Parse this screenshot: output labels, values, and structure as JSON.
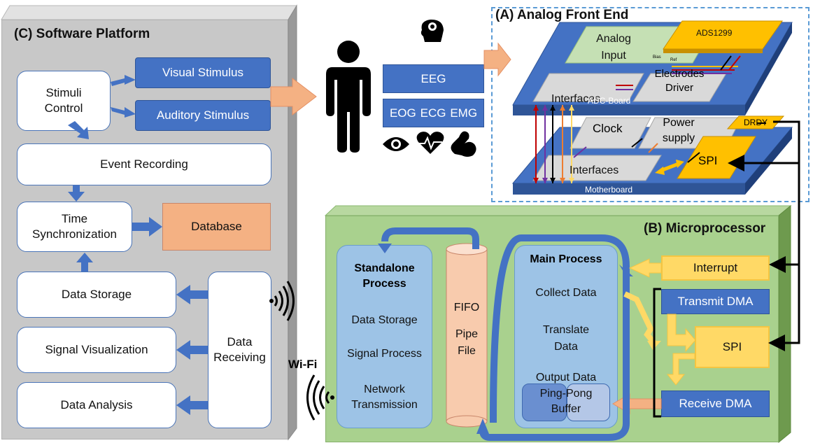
{
  "software": {
    "title": "(C) Software Platform",
    "stimuli_control": "Stimuli Control",
    "visual_stimulus": "Visual Stimulus",
    "auditory_stimulus": "Auditory Stimulus",
    "event_recording": "Event Recording",
    "time_sync": "Time Synchronization",
    "database": "Database",
    "data_storage": "Data Storage",
    "signal_visualization": "Signal Visualization",
    "data_analysis": "Data Analysis",
    "data_receiving": "Data Receiving"
  },
  "signals": {
    "eeg": "EEG",
    "eog": "EOG",
    "ecg": "ECG",
    "emg": "EMG"
  },
  "afe": {
    "title": "(A) Analog Front End",
    "analog_input": "Analog Input",
    "ads": "ADS1299",
    "bias": "Bias",
    "ref": "Ref",
    "interfaces_top": "Interfaces",
    "electrodes_driver": "Electrodes Driver",
    "adc_board": "ADC-Board",
    "clock": "Clock",
    "power_supply": "Power supply",
    "drdy": "DRDY",
    "spi": "SPI",
    "interfaces_bottom": "Interfaces",
    "motherboard": "Motherboard"
  },
  "mp": {
    "title": "(B) Microprocessor",
    "standalone_title": "Standalone Process",
    "sa_data_storage": "Data Storage",
    "sa_signal_process": "Signal Process",
    "sa_network": "Network Transmission",
    "fifo": "FIFO",
    "pipe_file": "Pipe File",
    "main_title": "Main Process",
    "collect": "Collect Data",
    "translate": "Translate Data",
    "output": "Output Data",
    "pingpong": "Ping-Pong Buffer",
    "interrupt": "Interrupt",
    "transmit_dma": "Transmit DMA",
    "spi": "SPI",
    "receive_dma": "Receive DMA",
    "wifi": "Wi-Fi"
  }
}
